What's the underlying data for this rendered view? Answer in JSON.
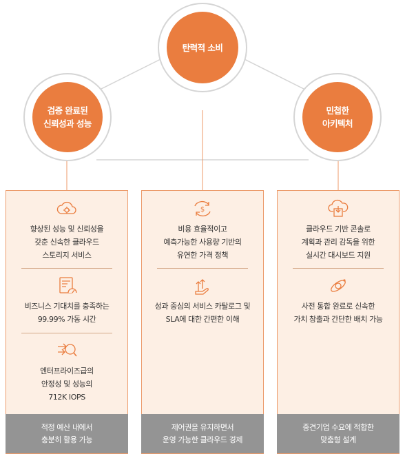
{
  "circles": {
    "top": {
      "lines": [
        "탄력적 소비"
      ]
    },
    "left": {
      "lines": [
        "검증 완료된",
        "신뢰성과 성능"
      ]
    },
    "right": {
      "lines": [
        "민첩한",
        "아키텍처"
      ]
    }
  },
  "columns": [
    {
      "items": [
        {
          "icon": "cloud-gear-icon",
          "lines": [
            "향상된 성능 및 신뢰성을",
            "갖춘 신속한 클라우드",
            "스토리지 서비스"
          ]
        },
        {
          "icon": "document-gauge-icon",
          "lines": [
            "비즈니스 기대치를 충족하는",
            "99.99% 가동 시간"
          ]
        },
        {
          "icon": "arrows-magnifier-icon",
          "lines": [
            "엔터프라이즈급의",
            "안정성 및 성능의",
            "712K IOPS"
          ]
        }
      ],
      "footer": [
        "적정 예산 내에서",
        "충분히 활용 가능"
      ]
    },
    {
      "items": [
        {
          "icon": "cycle-dollar-icon",
          "lines": [
            "비용 효율적이고",
            "예측가능한 사용량 기반의",
            "유연한 가격 정책"
          ]
        },
        {
          "icon": "hand-arrows-icon",
          "lines": [
            "성과 중심의 서비스 카탈로그 및",
            "SLA에 대한 간편한 이해"
          ]
        }
      ],
      "footer": [
        "제어권을 유지하면서",
        "운영 가능한 클라우드 경제"
      ]
    },
    {
      "items": [
        {
          "icon": "cloud-download-icon",
          "lines": [
            "클라우드 기반 콘솔로",
            "계획과 관리 감독을 위한",
            "실시간 대시보드 지원"
          ]
        },
        {
          "icon": "satellite-icon",
          "lines": [
            "사전 통합 완료로 신속한",
            "가치 창출과 간단한 배치 가능"
          ]
        }
      ],
      "footer": [
        "중견기업 수요에 적합한",
        "맞춤형 설계"
      ]
    }
  ],
  "colors": {
    "accent": "#ea7d3f",
    "panel": "#fdefe4",
    "border": "#ec9a6a",
    "footer": "#949494",
    "connector": "#d5d5d5"
  }
}
